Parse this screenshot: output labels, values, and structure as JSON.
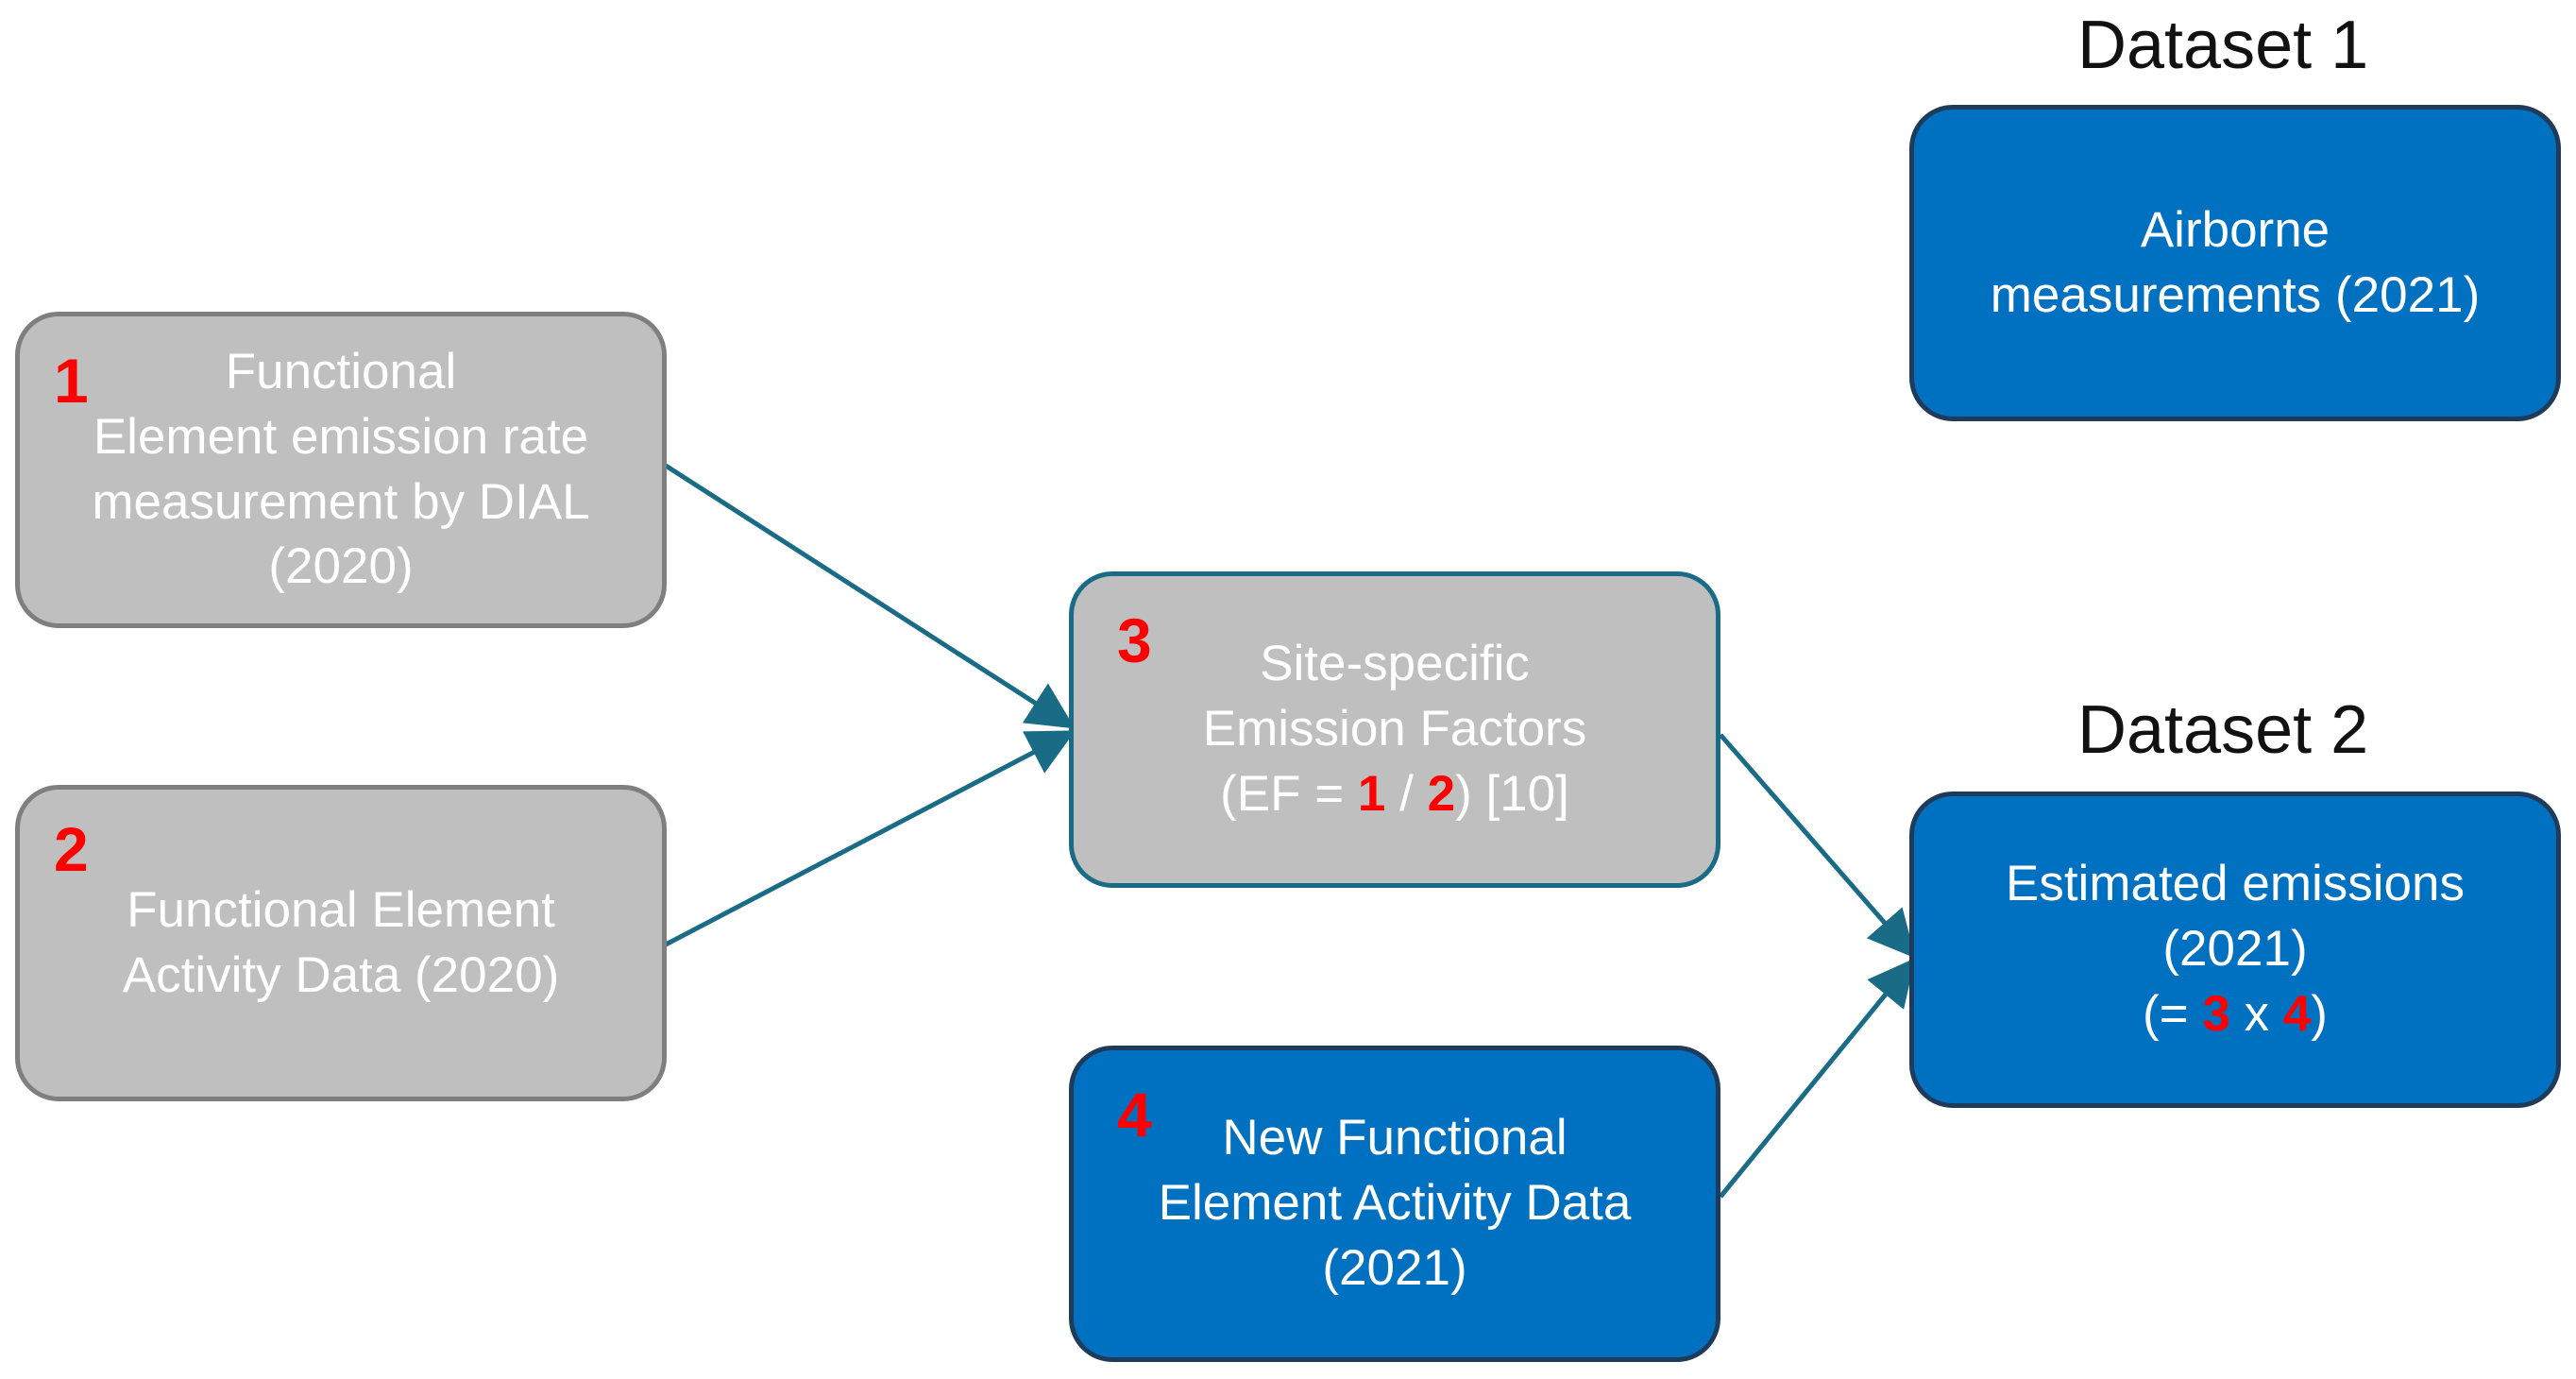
{
  "headings": {
    "dataset1": "Dataset 1",
    "dataset2": "Dataset 2"
  },
  "boxes": {
    "b1": {
      "number": "1",
      "lines": [
        "Functional",
        "Element emission rate",
        "measurement by DIAL",
        "(2020)"
      ]
    },
    "b2": {
      "number": "2",
      "lines": [
        "Functional Element",
        "Activity Data (2020)"
      ]
    },
    "b3": {
      "number": "3",
      "lines": [
        "Site-specific",
        "Emission Factors"
      ],
      "formula": {
        "prefix": "(EF = ",
        "a": "1",
        "sep": " / ",
        "b": "2",
        "suffix": ") [10]"
      }
    },
    "b4": {
      "number": "4",
      "lines": [
        "New Functional",
        "Element Activity Data",
        "(2021)"
      ]
    },
    "airborne": {
      "lines": [
        "Airborne",
        "measurements (2021)"
      ]
    },
    "estimated": {
      "lines": [
        "Estimated emissions",
        "(2021)"
      ],
      "formula": {
        "prefix": "(= ",
        "a": "3",
        "sep": " x ",
        "b": "4",
        "suffix": ")"
      }
    }
  },
  "colors": {
    "grey_fill": "#bfbfbf",
    "blue_fill": "#0070c0",
    "arrow": "#1a6b86",
    "number_red": "#ff0000"
  }
}
